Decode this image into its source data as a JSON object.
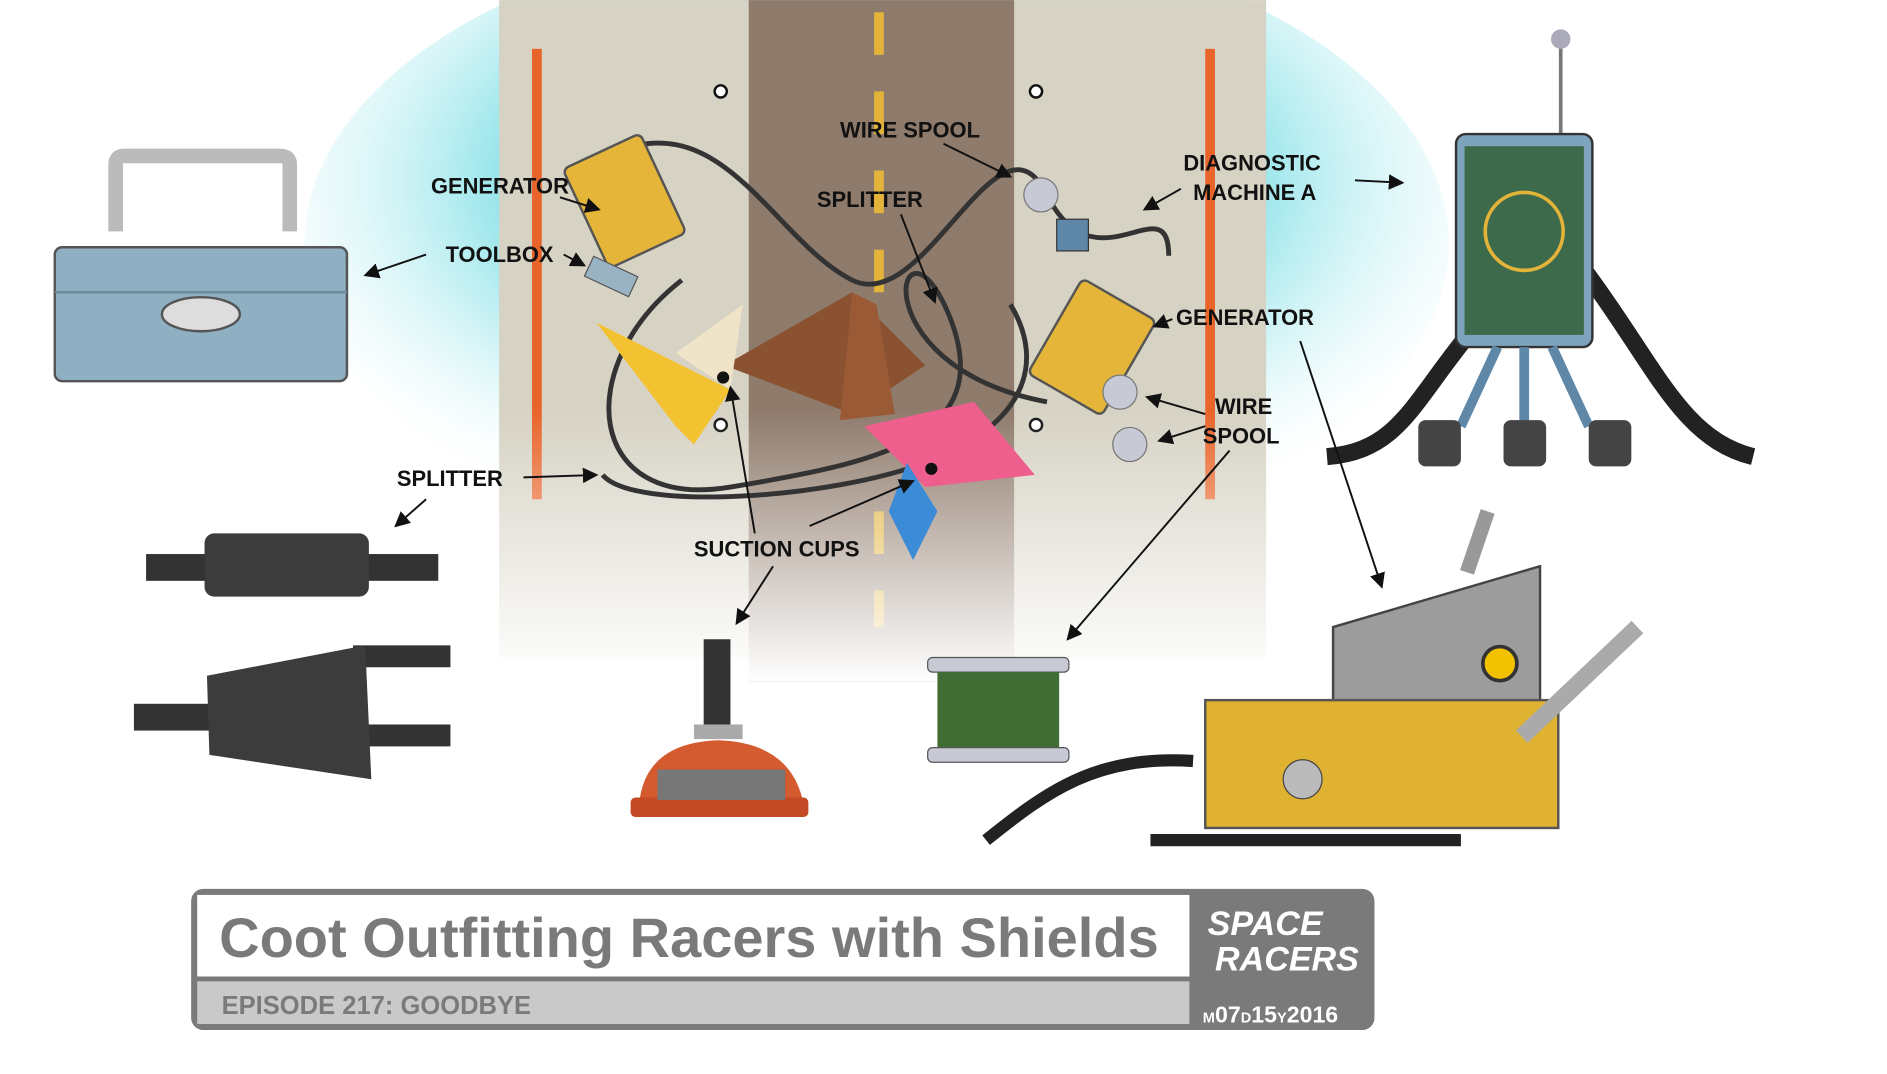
{
  "labels": {
    "wire_spool_top": "WIRE SPOOL",
    "generator_left": "GENERATOR",
    "splitter_top": "SPLITTER",
    "diagnostic_line1": "DIAGNOSTIC",
    "diagnostic_line2": "MACHINE A",
    "toolbox": "TOOLBOX",
    "generator_right": "GENERATOR",
    "wire_spool_right_line1": "WIRE",
    "wire_spool_right_line2": "SPOOL",
    "splitter_left": "SPLITTER",
    "suction_cups": "SUCTION CUPS"
  },
  "title_block": {
    "title": "Coot Outfitting Racers with Shields",
    "episode": "EPISODE 217: GOODBYE",
    "logo_line1": "SPACE",
    "logo_line2": "RACERS",
    "date_m": "M",
    "date_month": "07",
    "date_d": "D",
    "date_day": "15",
    "date_y": "Y",
    "date_year": "2016"
  },
  "colors": {
    "runway": "#8f7b6c",
    "apron": "#d6d2c4",
    "glow": "#7fdfe6",
    "stripe": "#e8642a",
    "title_gray": "#7a7a7a"
  }
}
